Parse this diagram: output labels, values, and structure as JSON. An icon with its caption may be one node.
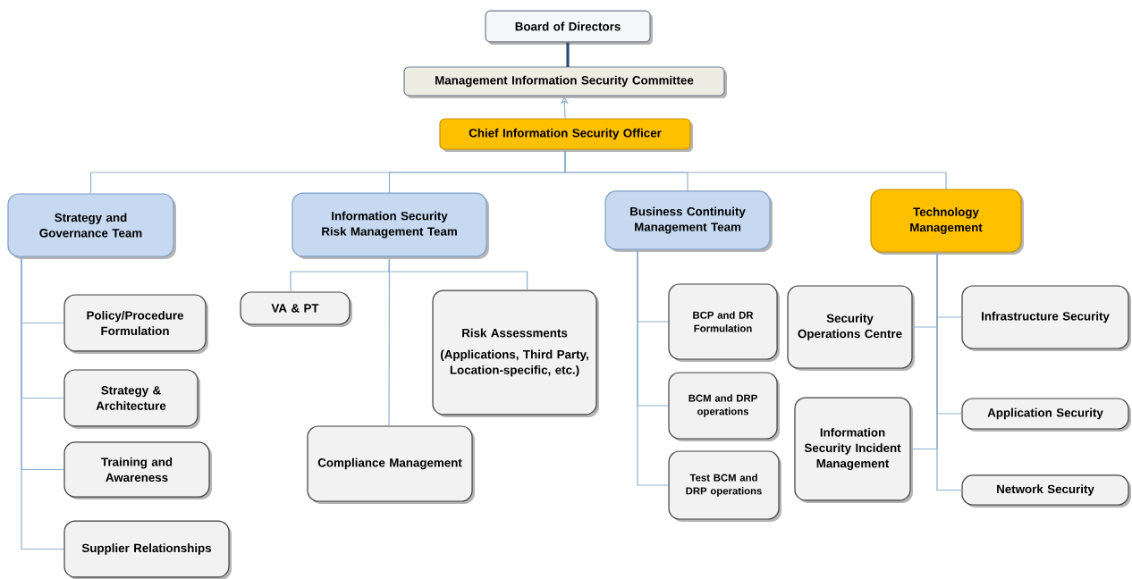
{
  "diagram": {
    "nodes": [
      {
        "text": [
          "Board of Directors"
        ]
      },
      {
        "text": [
          "Management Information Security Committee"
        ]
      },
      {
        "text": [
          "Chief Information Security Officer"
        ]
      },
      {
        "text": [
          "Strategy and Governance Team"
        ]
      },
      {
        "text": [
          "Information Security Risk Management Team"
        ]
      },
      {
        "text": [
          "Business Continuity Management Team"
        ]
      },
      {
        "text": [
          "Technology Management"
        ]
      },
      {
        "text": [
          "Policy/Procedure Formulation"
        ]
      },
      {
        "text": [
          "Strategy & Architecture"
        ]
      },
      {
        "text": [
          "Training and Awareness"
        ]
      },
      {
        "text": [
          "Supplier Relationships"
        ]
      },
      {
        "text": [
          "VA & PT"
        ]
      },
      {
        "text": [
          "Risk Assessments",
          "(Applications, Third Party, Location-specific, etc.)"
        ]
      },
      {
        "text": [
          "Compliance Management"
        ]
      },
      {
        "text": [
          "BCP and DR Formulation"
        ]
      },
      {
        "text": [
          "BCM and DRP operations"
        ]
      },
      {
        "text": [
          "Test BCM and DRP operations"
        ]
      },
      {
        "text": [
          "Security Operations Centre"
        ]
      },
      {
        "text": [
          "Infrastructure Security"
        ]
      },
      {
        "text": [
          "Information Security Incident Management"
        ]
      },
      {
        "text": [
          "Application Security"
        ]
      },
      {
        "text": [
          "Network Security"
        ]
      }
    ],
    "edges": [
      {
        "from": 0,
        "to": 1,
        "arrow": "none",
        "style": "thick",
        "color": "#2f4b73"
      },
      {
        "from": 2,
        "to": 1,
        "arrow": "to"
      },
      {
        "from": 2,
        "to": 3,
        "arrow": "none"
      },
      {
        "from": 2,
        "to": 4,
        "arrow": "none"
      },
      {
        "from": 2,
        "to": 5,
        "arrow": "none"
      },
      {
        "from": 2,
        "to": 6,
        "arrow": "none"
      },
      {
        "from": 3,
        "to": 7,
        "arrow": "none"
      },
      {
        "from": 3,
        "to": 8,
        "arrow": "none"
      },
      {
        "from": 3,
        "to": 9,
        "arrow": "none"
      },
      {
        "from": 3,
        "to": 10,
        "arrow": "none"
      },
      {
        "from": 4,
        "to": 11,
        "arrow": "none"
      },
      {
        "from": 4,
        "to": 12,
        "arrow": "none"
      },
      {
        "from": 4,
        "to": 13,
        "arrow": "none"
      },
      {
        "from": 5,
        "to": 14,
        "arrow": "none"
      },
      {
        "from": 5,
        "to": 15,
        "arrow": "none"
      },
      {
        "from": 5,
        "to": 16,
        "arrow": "none"
      },
      {
        "from": 6,
        "to": 17,
        "arrow": "none"
      },
      {
        "from": 6,
        "to": 18,
        "arrow": "none"
      },
      {
        "from": 6,
        "to": 19,
        "arrow": "none"
      },
      {
        "from": 6,
        "to": 20,
        "arrow": "none"
      },
      {
        "from": 6,
        "to": 21,
        "arrow": "none"
      }
    ]
  }
}
